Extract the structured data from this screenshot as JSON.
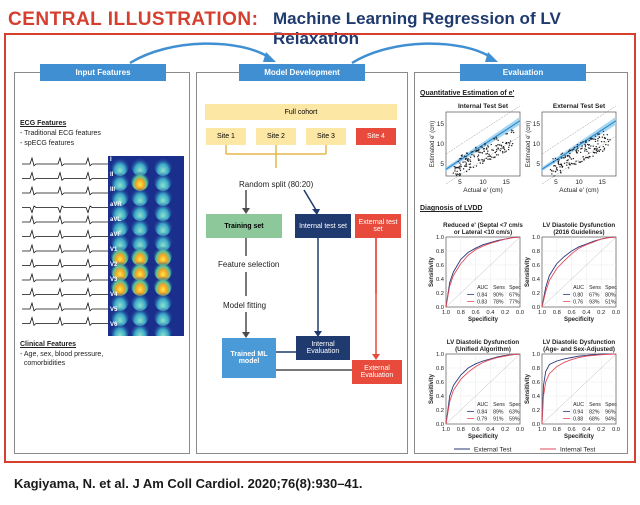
{
  "title": {
    "prefix": "CENTRAL ILLUSTRATION:",
    "main": "Machine Learning Regression of LV Relaxation"
  },
  "colors": {
    "accent_red": "#d43f2f",
    "navy": "#1f3a6e",
    "tab_blue": "#3f8fd2",
    "site_yellow": "#fde7a4",
    "green": "#8cc89a",
    "model_blue": "#4a9ad8",
    "external_line": "#2a3a7a",
    "internal_line": "#e24a5a"
  },
  "input_features": {
    "header": "Input Features",
    "ecg_title": "ECG Features",
    "ecg_items": [
      "- Traditional ECG features",
      "- spECG features"
    ],
    "lead_labels": [
      "I",
      "II",
      "III",
      "aVR",
      "aVL",
      "aVF",
      "V1",
      "V2",
      "V3",
      "V4",
      "V5",
      "V6"
    ],
    "clinical_title": "Clinical Features",
    "clinical_items": [
      "- Age, sex, blood pressure,",
      "  comorbidities"
    ]
  },
  "model_development": {
    "header": "Model Development",
    "full_cohort": "Full cohort",
    "sites": [
      "Site 1",
      "Site 2",
      "Site 3",
      "Site 4"
    ],
    "random_split": "Random split (80:20)",
    "training_set": "Training set",
    "internal_test_set": "Internal test set",
    "external_test_set": "External test set",
    "feature_selection": "Feature selection",
    "model_fitting": "Model fitting",
    "trained_model": "Trained ML model",
    "internal_evaluation": "Internal Evaluation",
    "external_evaluation": "External Evaluation"
  },
  "evaluation": {
    "header": "Evaluation",
    "quant_title": "Quantitative Estimation of e'",
    "diag_title": "Diagnosis of LVDD",
    "legend": [
      "External Test",
      "Internal Test"
    ],
    "roc_table_header": [
      "AUC",
      "Sens",
      "Spec"
    ]
  },
  "chart_data": [
    {
      "type": "scatter",
      "title": "Internal Test Set",
      "xlabel": "Actual e' (cm)",
      "ylabel": "Estimated e' (cm)",
      "x_ticks": [
        5,
        10,
        15
      ],
      "y_ticks": [
        5,
        10,
        15
      ],
      "xlim": [
        2,
        18
      ],
      "ylim": [
        2,
        18
      ]
    },
    {
      "type": "scatter",
      "title": "External Test Set",
      "xlabel": "Actual e' (cm)",
      "ylabel": "Estimated e' (cm)",
      "x_ticks": [
        5,
        10,
        15
      ],
      "y_ticks": [
        5,
        10,
        15
      ],
      "xlim": [
        2,
        18
      ],
      "ylim": [
        2,
        18
      ]
    },
    {
      "type": "line",
      "title": "Reduced e' (Septal <7 cm/s or Lateral <10 cm/s)",
      "xlabel": "Specificity",
      "ylabel": "Sensitivity",
      "x_ticks": [
        "1.0",
        "0.8",
        "0.6",
        "0.4",
        "0.2",
        "0.0"
      ],
      "y_ticks": [
        "0.0",
        "0.2",
        "0.4",
        "0.6",
        "0.8",
        "1.0"
      ],
      "table": [
        [
          "0.84",
          "90%",
          "67%"
        ],
        [
          "0.83",
          "78%",
          "77%"
        ]
      ],
      "series": [
        {
          "name": "External Test",
          "specificity": [
            1.0,
            0.95,
            0.9,
            0.8,
            0.7,
            0.6,
            0.5,
            0.4,
            0.3,
            0.2,
            0.1,
            0.0
          ],
          "sensitivity": [
            0.0,
            0.35,
            0.5,
            0.68,
            0.78,
            0.84,
            0.89,
            0.92,
            0.95,
            0.97,
            0.99,
            1.0
          ]
        },
        {
          "name": "Internal Test",
          "specificity": [
            1.0,
            0.95,
            0.9,
            0.8,
            0.7,
            0.6,
            0.5,
            0.4,
            0.3,
            0.2,
            0.1,
            0.0
          ],
          "sensitivity": [
            0.0,
            0.3,
            0.45,
            0.62,
            0.74,
            0.82,
            0.87,
            0.91,
            0.94,
            0.97,
            0.99,
            1.0
          ]
        }
      ]
    },
    {
      "type": "line",
      "title": "LV Diastolic Dysfunction (2016 Guidelines)",
      "xlabel": "Specificity",
      "ylabel": "Sensitivity",
      "x_ticks": [
        "1.0",
        "0.8",
        "0.6",
        "0.4",
        "0.2",
        "0.0"
      ],
      "y_ticks": [
        "0.0",
        "0.2",
        "0.4",
        "0.6",
        "0.8",
        "1.0"
      ],
      "table": [
        [
          "0.80",
          "67%",
          "80%"
        ],
        [
          "0.76",
          "93%",
          "51%"
        ]
      ],
      "series": [
        {
          "name": "External Test",
          "specificity": [
            1.0,
            0.95,
            0.9,
            0.8,
            0.7,
            0.6,
            0.5,
            0.4,
            0.3,
            0.2,
            0.1,
            0.0
          ],
          "sensitivity": [
            0.0,
            0.28,
            0.45,
            0.62,
            0.72,
            0.8,
            0.86,
            0.9,
            0.94,
            0.97,
            0.99,
            1.0
          ]
        },
        {
          "name": "Internal Test",
          "specificity": [
            1.0,
            0.95,
            0.9,
            0.8,
            0.7,
            0.6,
            0.5,
            0.4,
            0.3,
            0.2,
            0.1,
            0.0
          ],
          "sensitivity": [
            0.0,
            0.22,
            0.38,
            0.55,
            0.66,
            0.76,
            0.84,
            0.89,
            0.93,
            0.97,
            0.99,
            1.0
          ]
        }
      ]
    },
    {
      "type": "line",
      "title": "LV Diastolic Dysfunction (Unified Algorithm)",
      "xlabel": "Specificity",
      "ylabel": "Sensitivity",
      "x_ticks": [
        "1.0",
        "0.8",
        "0.6",
        "0.4",
        "0.2",
        "0.0"
      ],
      "y_ticks": [
        "0.0",
        "0.2",
        "0.4",
        "0.6",
        "0.8",
        "1.0"
      ],
      "table": [
        [
          "0.84",
          "89%",
          "63%"
        ],
        [
          "0.79",
          "91%",
          "59%"
        ]
      ],
      "series": [
        {
          "name": "External Test",
          "specificity": [
            1.0,
            0.95,
            0.9,
            0.8,
            0.7,
            0.6,
            0.5,
            0.4,
            0.3,
            0.2,
            0.1,
            0.0
          ],
          "sensitivity": [
            0.0,
            0.4,
            0.55,
            0.7,
            0.8,
            0.86,
            0.9,
            0.93,
            0.96,
            0.98,
            0.99,
            1.0
          ]
        },
        {
          "name": "Internal Test",
          "specificity": [
            1.0,
            0.95,
            0.9,
            0.8,
            0.7,
            0.6,
            0.5,
            0.4,
            0.3,
            0.2,
            0.1,
            0.0
          ],
          "sensitivity": [
            0.0,
            0.32,
            0.48,
            0.64,
            0.74,
            0.82,
            0.88,
            0.92,
            0.95,
            0.97,
            0.99,
            1.0
          ]
        }
      ]
    },
    {
      "type": "line",
      "title": "LV Diastolic Dysfunction (Age- and Sex-Adjusted)",
      "xlabel": "Specificity",
      "ylabel": "Sensitivity",
      "x_ticks": [
        "1.0",
        "0.8",
        "0.6",
        "0.4",
        "0.2",
        "0.0"
      ],
      "y_ticks": [
        "0.0",
        "0.2",
        "0.4",
        "0.6",
        "0.8",
        "1.0"
      ],
      "table": [
        [
          "0.94",
          "82%",
          "96%"
        ],
        [
          "0.88",
          "68%",
          "94%"
        ]
      ],
      "series": [
        {
          "name": "External Test",
          "specificity": [
            1.0,
            0.98,
            0.95,
            0.9,
            0.8,
            0.7,
            0.6,
            0.5,
            0.4,
            0.3,
            0.2,
            0.0
          ],
          "sensitivity": [
            0.0,
            0.55,
            0.75,
            0.85,
            0.9,
            0.93,
            0.95,
            0.97,
            0.98,
            0.99,
            1.0,
            1.0
          ]
        },
        {
          "name": "Internal Test",
          "specificity": [
            1.0,
            0.98,
            0.95,
            0.9,
            0.8,
            0.7,
            0.6,
            0.5,
            0.4,
            0.3,
            0.2,
            0.0
          ],
          "sensitivity": [
            0.0,
            0.4,
            0.6,
            0.72,
            0.82,
            0.88,
            0.92,
            0.95,
            0.97,
            0.98,
            0.99,
            1.0
          ]
        }
      ]
    }
  ],
  "citation": "Kagiyama, N. et al. J Am Coll Cardiol. 2020;76(8):930–41."
}
